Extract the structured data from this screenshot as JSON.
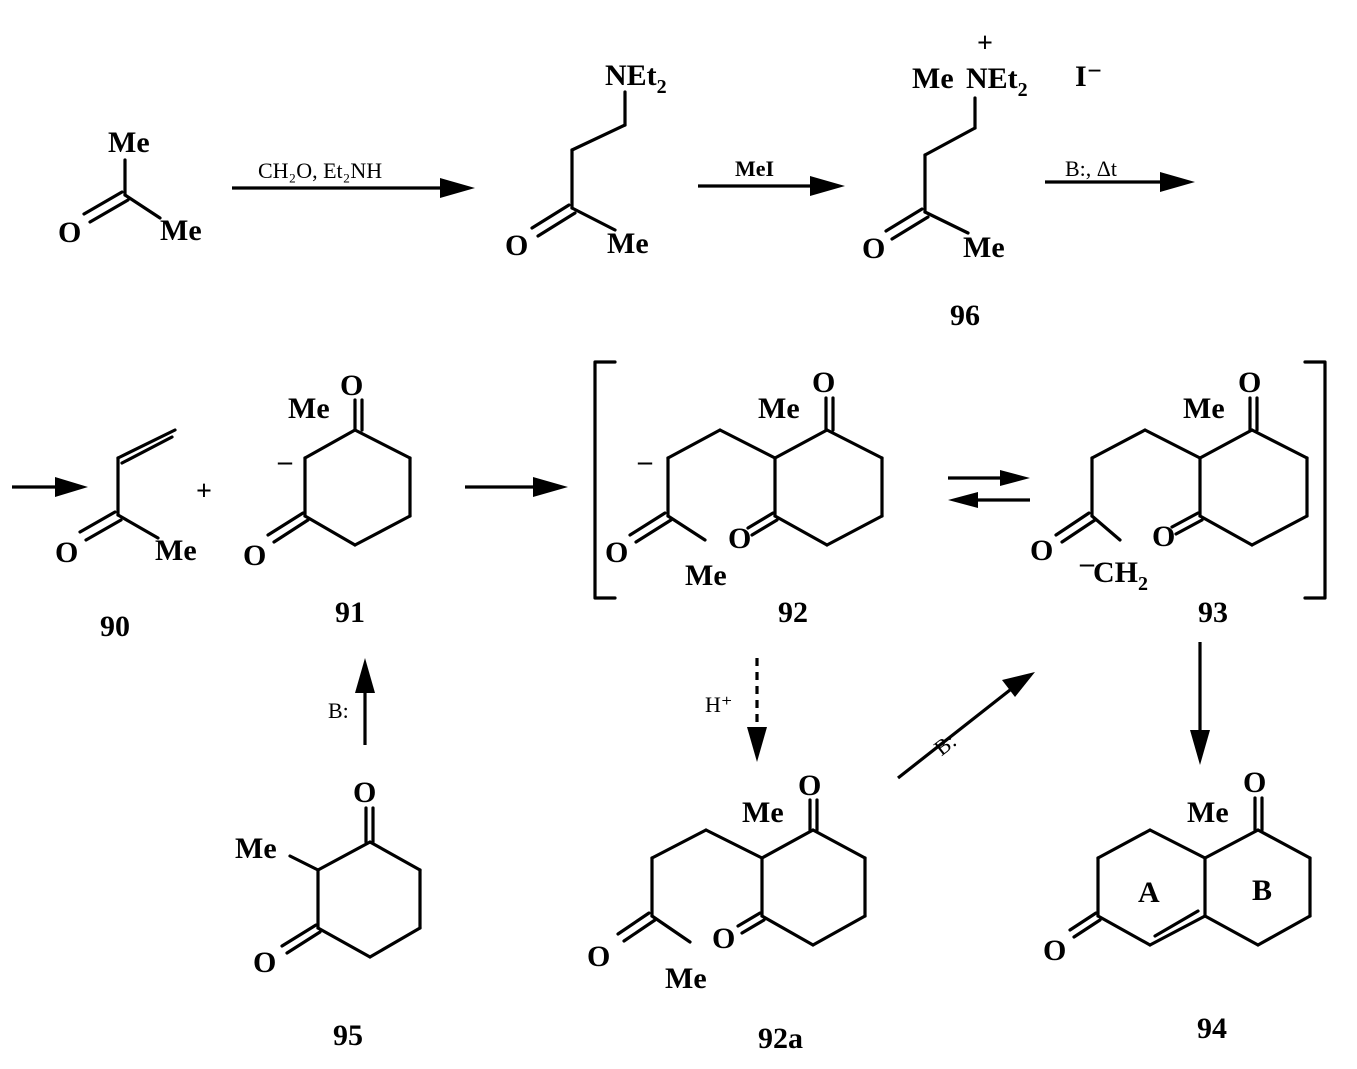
{
  "compounds": {
    "c96": "96",
    "c90": "90",
    "c91": "91",
    "c92": "92",
    "c93": "93",
    "c95": "95",
    "c92a": "92a",
    "c94": "94"
  },
  "reagents": {
    "mannich": "CH₂O, Et₂NH",
    "methylation": "MeI",
    "elimination": "B:, Δt",
    "deprotonation": "B:",
    "protonation": "H⁺",
    "enolization": "B:"
  },
  "atoms": {
    "Me": "Me",
    "O": "O",
    "NEt": "NEt",
    "two": "2",
    "CH": "CH",
    "iodide": "I⁻",
    "plus": "+",
    "minus": "–",
    "ringA": "A",
    "ringB": "B"
  }
}
